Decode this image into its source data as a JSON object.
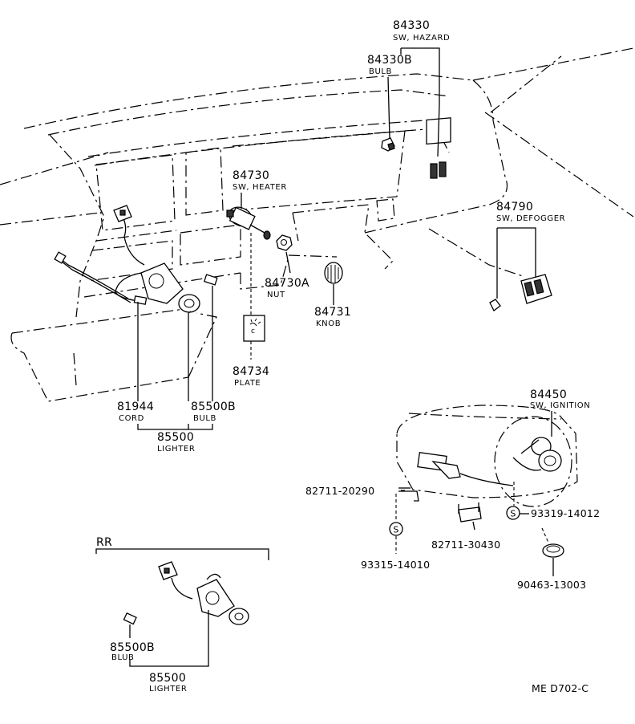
{
  "labels": {
    "hazard_num": "84330",
    "hazard_desc": "SW, HAZARD",
    "hazard_bulb_num": "84330B",
    "hazard_bulb_desc": "BULB",
    "heater_num": "84730",
    "heater_desc": "SW, HEATER",
    "defogger_num": "84790",
    "defogger_desc": "SW, DEFOGGER",
    "nut_num": "84730A",
    "nut_desc": "NUT",
    "knob_num": "84731",
    "knob_desc": "KNOB",
    "plate_num": "84734",
    "plate_desc": "PLATE",
    "cord_num": "81944",
    "cord_desc": "CORD",
    "lighter_bulb_num": "85500B",
    "lighter_bulb_desc": "BULB",
    "lighter_num": "85500",
    "lighter_desc": "LIGHTER",
    "ignition_num": "84450",
    "ignition_desc": "SW, IGNITION",
    "clamp_a": "82711-20290",
    "clamp_b": "82711-30430",
    "screw_a": "93315-14010",
    "screw_b": "93319-14012",
    "clip": "90463-13003",
    "screw_symbol": "S",
    "rr_header": "RR",
    "rr_bulb_num": "85500B",
    "rr_bulb_desc": "BLUB",
    "rr_lighter_num": "85500",
    "rr_lighter_desc": "LIGHTER",
    "diagram_code": "ME  D702-C"
  }
}
